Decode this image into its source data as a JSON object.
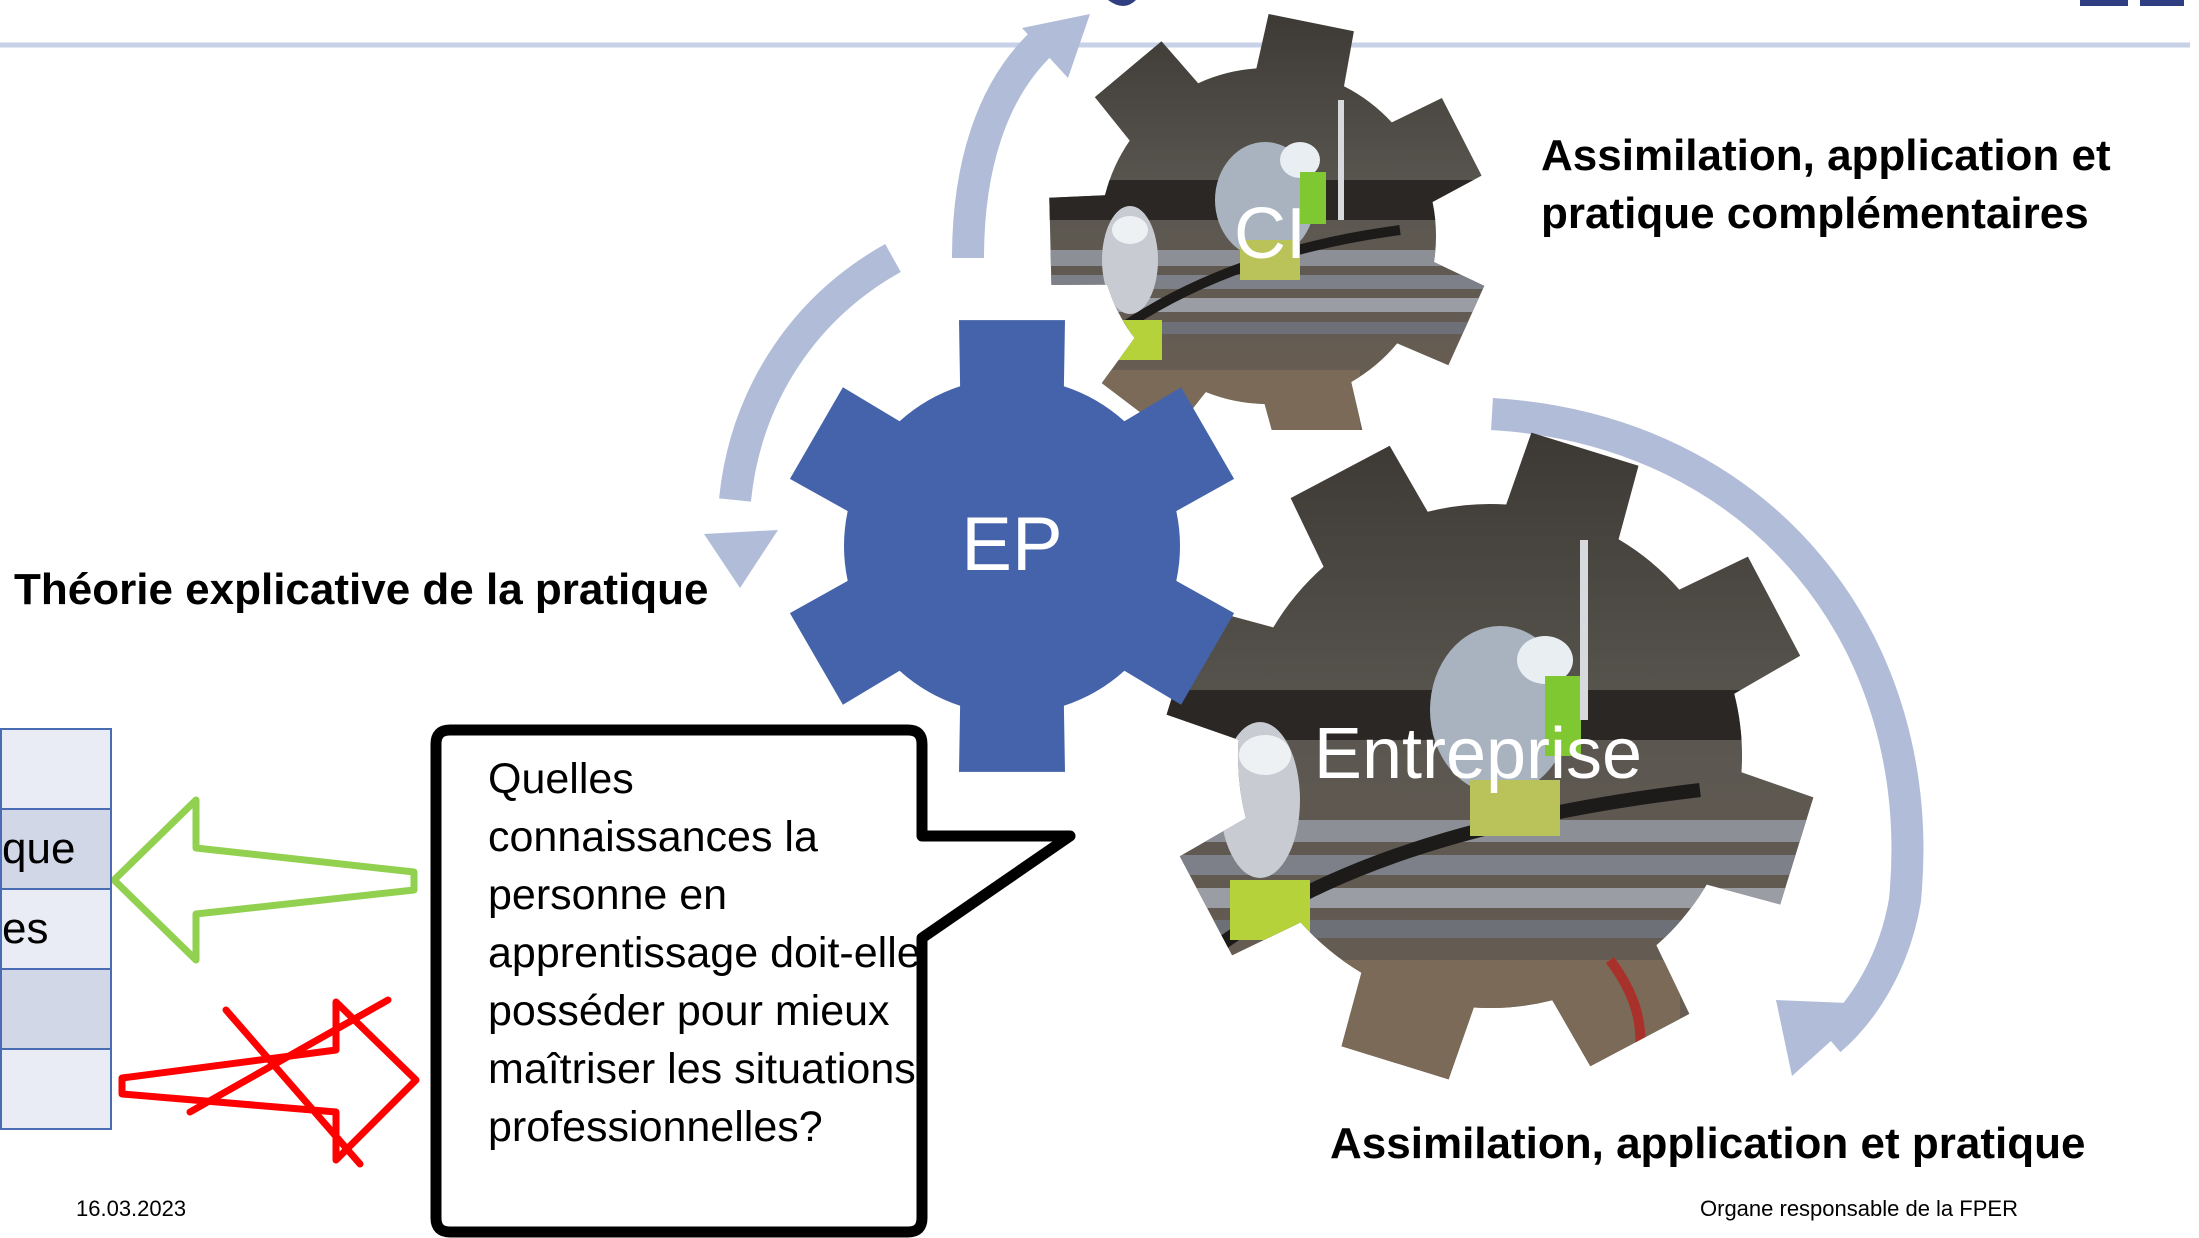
{
  "header": {
    "rule_color": "#c7d2e8",
    "title_fragment_color": "#2e3e80"
  },
  "gears": {
    "ep": {
      "label": "EP",
      "color": "#4563aa",
      "text_color": "#ffffff"
    },
    "ci": {
      "label": "CI",
      "text_color": "#ffffff"
    },
    "entreprise": {
      "label": "Entreprise",
      "text_color": "#ffffff"
    }
  },
  "labels": {
    "ci_line1": "Assimilation, application et",
    "ci_line2": "pratique complémentaires",
    "theorie": "Théorie explicative de la pratique",
    "entreprise": "Assimilation, application et pratique"
  },
  "bubble": {
    "text": "Quelles connaissances la personne en apprentissage doit-elle posséder pour mieux maîtriser les situations professionnelles?"
  },
  "table": {
    "rows": [
      {
        "text": ""
      },
      {
        "text": "que"
      },
      {
        "text": "es"
      },
      {
        "text": ""
      },
      {
        "text": ""
      }
    ]
  },
  "arrows": {
    "cycle_color": "#b0bcd8",
    "green_color": "#92d050",
    "red_color": "#ff0000"
  },
  "footer": {
    "date": "16.03.2023",
    "organ": "Organe responsable de la FPER"
  }
}
